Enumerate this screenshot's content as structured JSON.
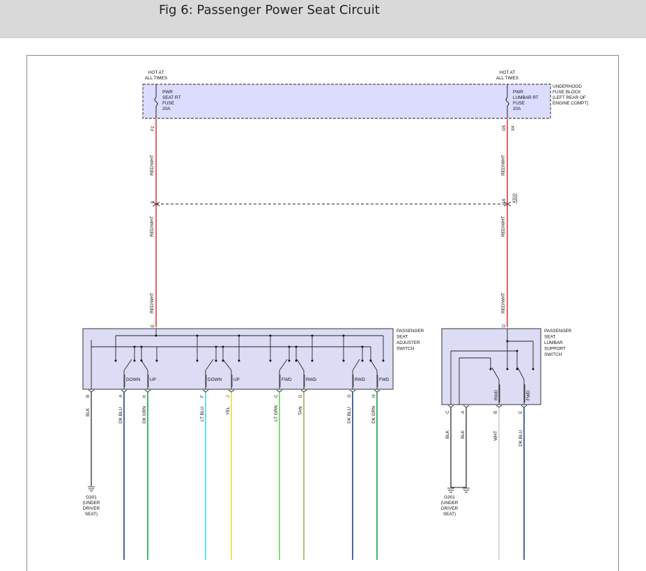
{
  "title": "Fig 6: Passenger Power Seat Circuit",
  "colors": {
    "red_wht": "#e23a3a",
    "dk_blu": "#1c3f8f",
    "dk_grn": "#1a9e3a",
    "lt_blu": "#3fd8e6",
    "yel": "#e6df2a",
    "lt_grn": "#5ed64a",
    "tan": "#a8a85a",
    "blk": "#555555",
    "wht": "#cfcfcf",
    "box_fill": "#dcdcff",
    "comp_fill": "#dcdcf5"
  },
  "fuse_block": {
    "hot_left": [
      "HOT AT",
      "ALL TIMES"
    ],
    "hot_right": [
      "HOT AT",
      "ALL TIMES"
    ],
    "fuse_left": [
      "PWR",
      "SEAT RT",
      "FUSE",
      "20A"
    ],
    "fuse_right": [
      "PWR",
      "LUMBAR RT",
      "FUSE",
      "20A"
    ],
    "name": [
      "UNDERHOOD",
      "FUSE BLOCK",
      "(LEFT REAR OF",
      "ENGINE COMPT)"
    ],
    "pin_left": "F2",
    "pin_right": "G5",
    "conn_right": "X4"
  },
  "inline_connector": {
    "pin_left": "9",
    "pin_right": "16",
    "name": "X310"
  },
  "feed_wire_label": "RED/WHT",
  "seat_switch": {
    "name": [
      "PASSENGER",
      "SEAT",
      "ADJUSTER",
      "SWITCH"
    ],
    "feed_pin": "E",
    "switch_labels": [
      "DOWN",
      "UP",
      "DOWN",
      "UP",
      "FWD",
      "RWD",
      "RWD",
      "FWD"
    ],
    "pins": [
      {
        "pin": "B",
        "color": "BLK"
      },
      {
        "pin": "A",
        "color": "DK BLU"
      },
      {
        "pin": "K",
        "color": "DK GRN"
      },
      {
        "pin": "F",
        "color": "LT BLU"
      },
      {
        "pin": "J",
        "color": "YEL"
      },
      {
        "pin": "C",
        "color": "LT GRN"
      },
      {
        "pin": "D",
        "color": "TAN"
      },
      {
        "pin": "G",
        "color": "DK BLU"
      },
      {
        "pin": "H",
        "color": "DK GRN"
      }
    ],
    "ground": [
      "G301",
      "(UNDER",
      "DRIVER",
      "SEAT)"
    ]
  },
  "lumbar_switch": {
    "name": [
      "PASSENGER",
      "SEAT",
      "LUMBAR",
      "SUPPORT",
      "SWITCH"
    ],
    "feed_pin": "D",
    "switch_labels": [
      "RWD",
      "FWD"
    ],
    "pins": [
      {
        "pin": "C",
        "color": "BLK"
      },
      {
        "pin": "A",
        "color": "BLK"
      },
      {
        "pin": "B",
        "color": "WHT"
      },
      {
        "pin": "E",
        "color": "DK BLU"
      }
    ],
    "ground": [
      "G301",
      "(UNDER",
      "DRIVER",
      "SEAT)"
    ]
  }
}
